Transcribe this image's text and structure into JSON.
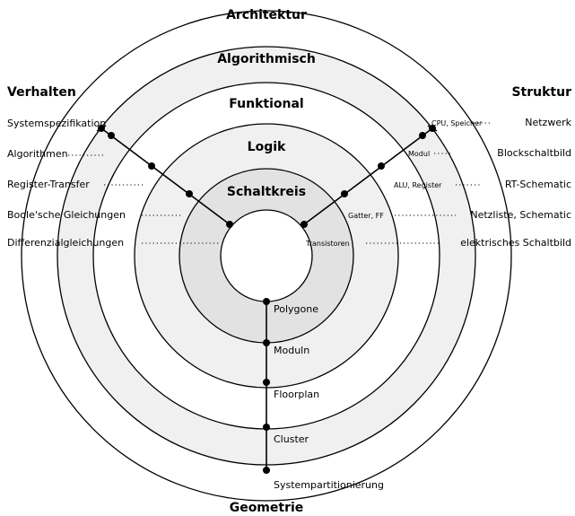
{
  "levels": [
    "Architektur",
    "Algorithmisch",
    "Funktional",
    "Logik",
    "Schaltkreis"
  ],
  "domains": {
    "behavior": "Verhalten",
    "structure": "Struktur",
    "geometry": "Geometrie"
  },
  "behavior_items": [
    "Systemspezifikation",
    "Algorithmen",
    "Register-Transfer",
    "Boole'sche Gleichungen",
    "Differenzialgleichungen"
  ],
  "structure_items": [
    {
      "small": "CPU, Speicher",
      "big": "Netzwerk"
    },
    {
      "small": "Modul",
      "big": "Blockschaltbild"
    },
    {
      "small": "ALU, Register",
      "big": "RT-Schematic"
    },
    {
      "small": "Gatter, FF",
      "big": "Netzliste, Schematic"
    },
    {
      "small": "Transistoren",
      "big": "elektrisches Schaltbild"
    }
  ],
  "geometry_items": [
    "Polygone",
    "Moduln",
    "Floorplan",
    "Cluster",
    "Systempartitionierung"
  ],
  "colors": {
    "ring_light": "#f0f0f0",
    "ring_white": "#ffffff",
    "stroke": "#000000"
  }
}
